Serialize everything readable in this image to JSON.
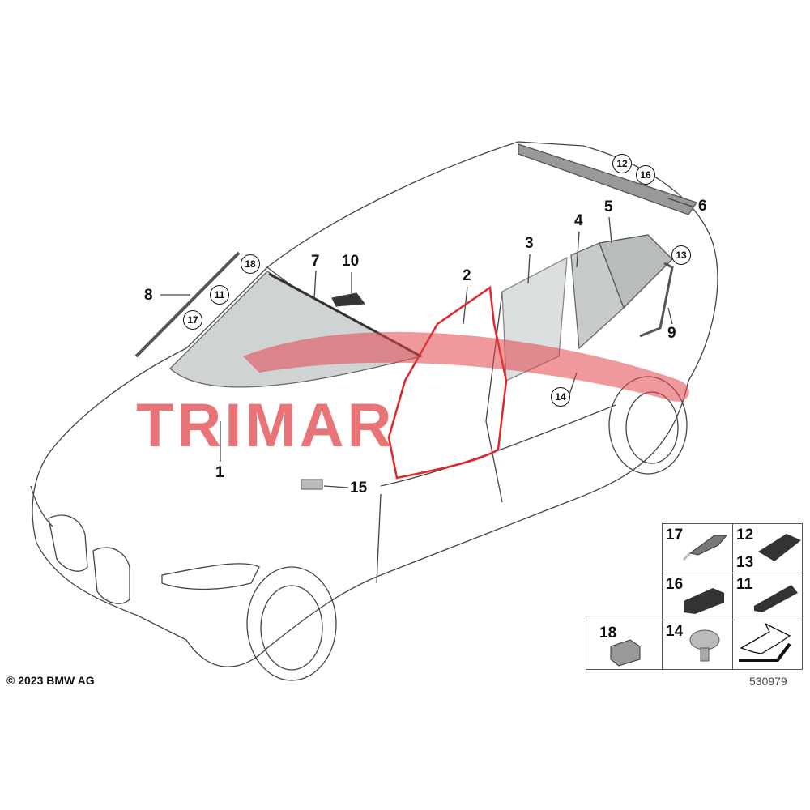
{
  "diagram": {
    "callouts": [
      {
        "num": "1",
        "style": "plain"
      },
      {
        "num": "2",
        "style": "plain"
      },
      {
        "num": "3",
        "style": "plain"
      },
      {
        "num": "4",
        "style": "plain"
      },
      {
        "num": "5",
        "style": "plain"
      },
      {
        "num": "6",
        "style": "plain"
      },
      {
        "num": "7",
        "style": "plain"
      },
      {
        "num": "8",
        "style": "plain"
      },
      {
        "num": "9",
        "style": "plain"
      },
      {
        "num": "10",
        "style": "plain"
      },
      {
        "num": "15",
        "style": "plain"
      },
      {
        "num": "11",
        "style": "circled"
      },
      {
        "num": "12",
        "style": "circled"
      },
      {
        "num": "13",
        "style": "circled"
      },
      {
        "num": "14",
        "style": "circled"
      },
      {
        "num": "16",
        "style": "circled"
      },
      {
        "num": "17",
        "style": "circled"
      },
      {
        "num": "18",
        "style": "circled"
      }
    ],
    "parts_grid": [
      "17",
      "12",
      "13",
      "16",
      "11",
      "18",
      "14"
    ],
    "copyright": "© 2023 BMW AG",
    "diagram_number": "530979",
    "watermark": "TRIMAR",
    "highlight_color": "#e0262b"
  }
}
